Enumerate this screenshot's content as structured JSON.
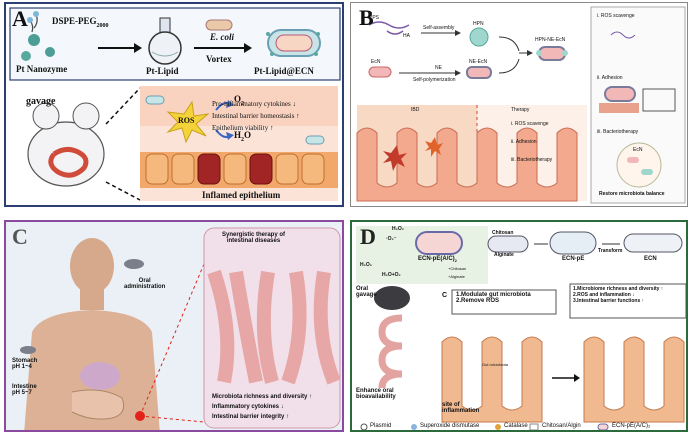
{
  "panelA": {
    "label": "A",
    "pt_nanozyme": "Pt Nanozyme",
    "dspe_peg": "DSPE-PEG",
    "dspe_peg_sub": "2000",
    "pt_lipid": "Pt-Lipid",
    "e_coli": "E. coli",
    "vortex": "Vortex",
    "pt_lipid_ecn": "Pt-Lipid@ECN",
    "gavage": "gavage",
    "ros": "ROS",
    "o2": "O",
    "o2_sub": "2",
    "h2o": "H",
    "h2o_sub": "2",
    "h2o_tail": "O",
    "effect1": "Pro-inflammatory cytokines ↓",
    "effect2": "Intestinal barrier homeostasis ↑",
    "effect3": "Epithelium viability ↑",
    "inflamed": "Inflamed epithelium"
  },
  "panelB": {
    "label": "B",
    "pps": "PPS",
    "ha": "HA",
    "self_assembly": "Self-assembly",
    "hpn": "HPN",
    "hpn_ne_ecn": "HPN-NE-EcN",
    "ecn": "EcN",
    "ne": "NE",
    "self_polymerization": "Self-polymerization",
    "ne_ecn": "NE-EcN",
    "ibd": "IBD",
    "therapy": "Therapy",
    "step1": "i. ROS scavenge",
    "step2": "ii. Adhesion",
    "step3": "iii. Bacteriotherapy",
    "side1": "i. ROS scavenge",
    "side2": "ii. Adhesion",
    "side3": "iii. Bacteriotherapy",
    "side_ecn": "EcN",
    "restore": "Restore microbiota balance"
  },
  "panelC": {
    "label": "C",
    "oral_admin_line1": "Oral",
    "oral_admin_line2": "administration",
    "synergy_line1": "Synergistic therapy of",
    "synergy_line2": "intestinal diseases",
    "stomach_line1": "Stomach",
    "stomach_line2": "pH 1~4",
    "intestine_line1": "Intestine",
    "intestine_line2": "pH 5~7",
    "result1": "Microbiota richness and diversity ↑",
    "result2": "Inflammatory cytokines ↓",
    "result3": "Intestinal barrier integrity ↑"
  },
  "panelD": {
    "label": "D",
    "chitosan": "Chitosan",
    "alginate": "Alginate",
    "ecn_pe": "ECN-pE",
    "transform": "Transform",
    "ecn": "ECN",
    "ecn_pe_ac": "ECN-pE(A/C)",
    "ecn_pe_ac_sub": "2",
    "h2o2_top": "H₂O₂",
    "o2_top": "·O₂⁻",
    "h2o2_left": "H₂O₂",
    "h2o_o2": "H₂O+O₂",
    "plus_chitosan": "+Chitosan",
    "plus_alginate": "+Alginate",
    "oral_gavage_line1": "Oral",
    "oral_gavage_line2": "gavage",
    "c_label": "C",
    "box1_line1": "1.Modulate gut microbiota",
    "box1_line2": "2.Remove ROS",
    "box2_line1": "1.Microbiome richness and diversity ↑",
    "box2_line2": "2.ROS and inflammation ↓",
    "box2_line3": "3.Intestinal barrier functions ↑",
    "enhance_line1": "Enhance oral",
    "enhance_line2": "bioavailability",
    "site_line1": "site of",
    "site_line2": "inflammation",
    "gut_microbiota": "Gut microbiota",
    "legend": [
      "Plasmid",
      "Superoxide dismutase",
      "Catalase",
      "Chitosan/Algin",
      "ECN-pE(A/C)₂"
    ]
  }
}
